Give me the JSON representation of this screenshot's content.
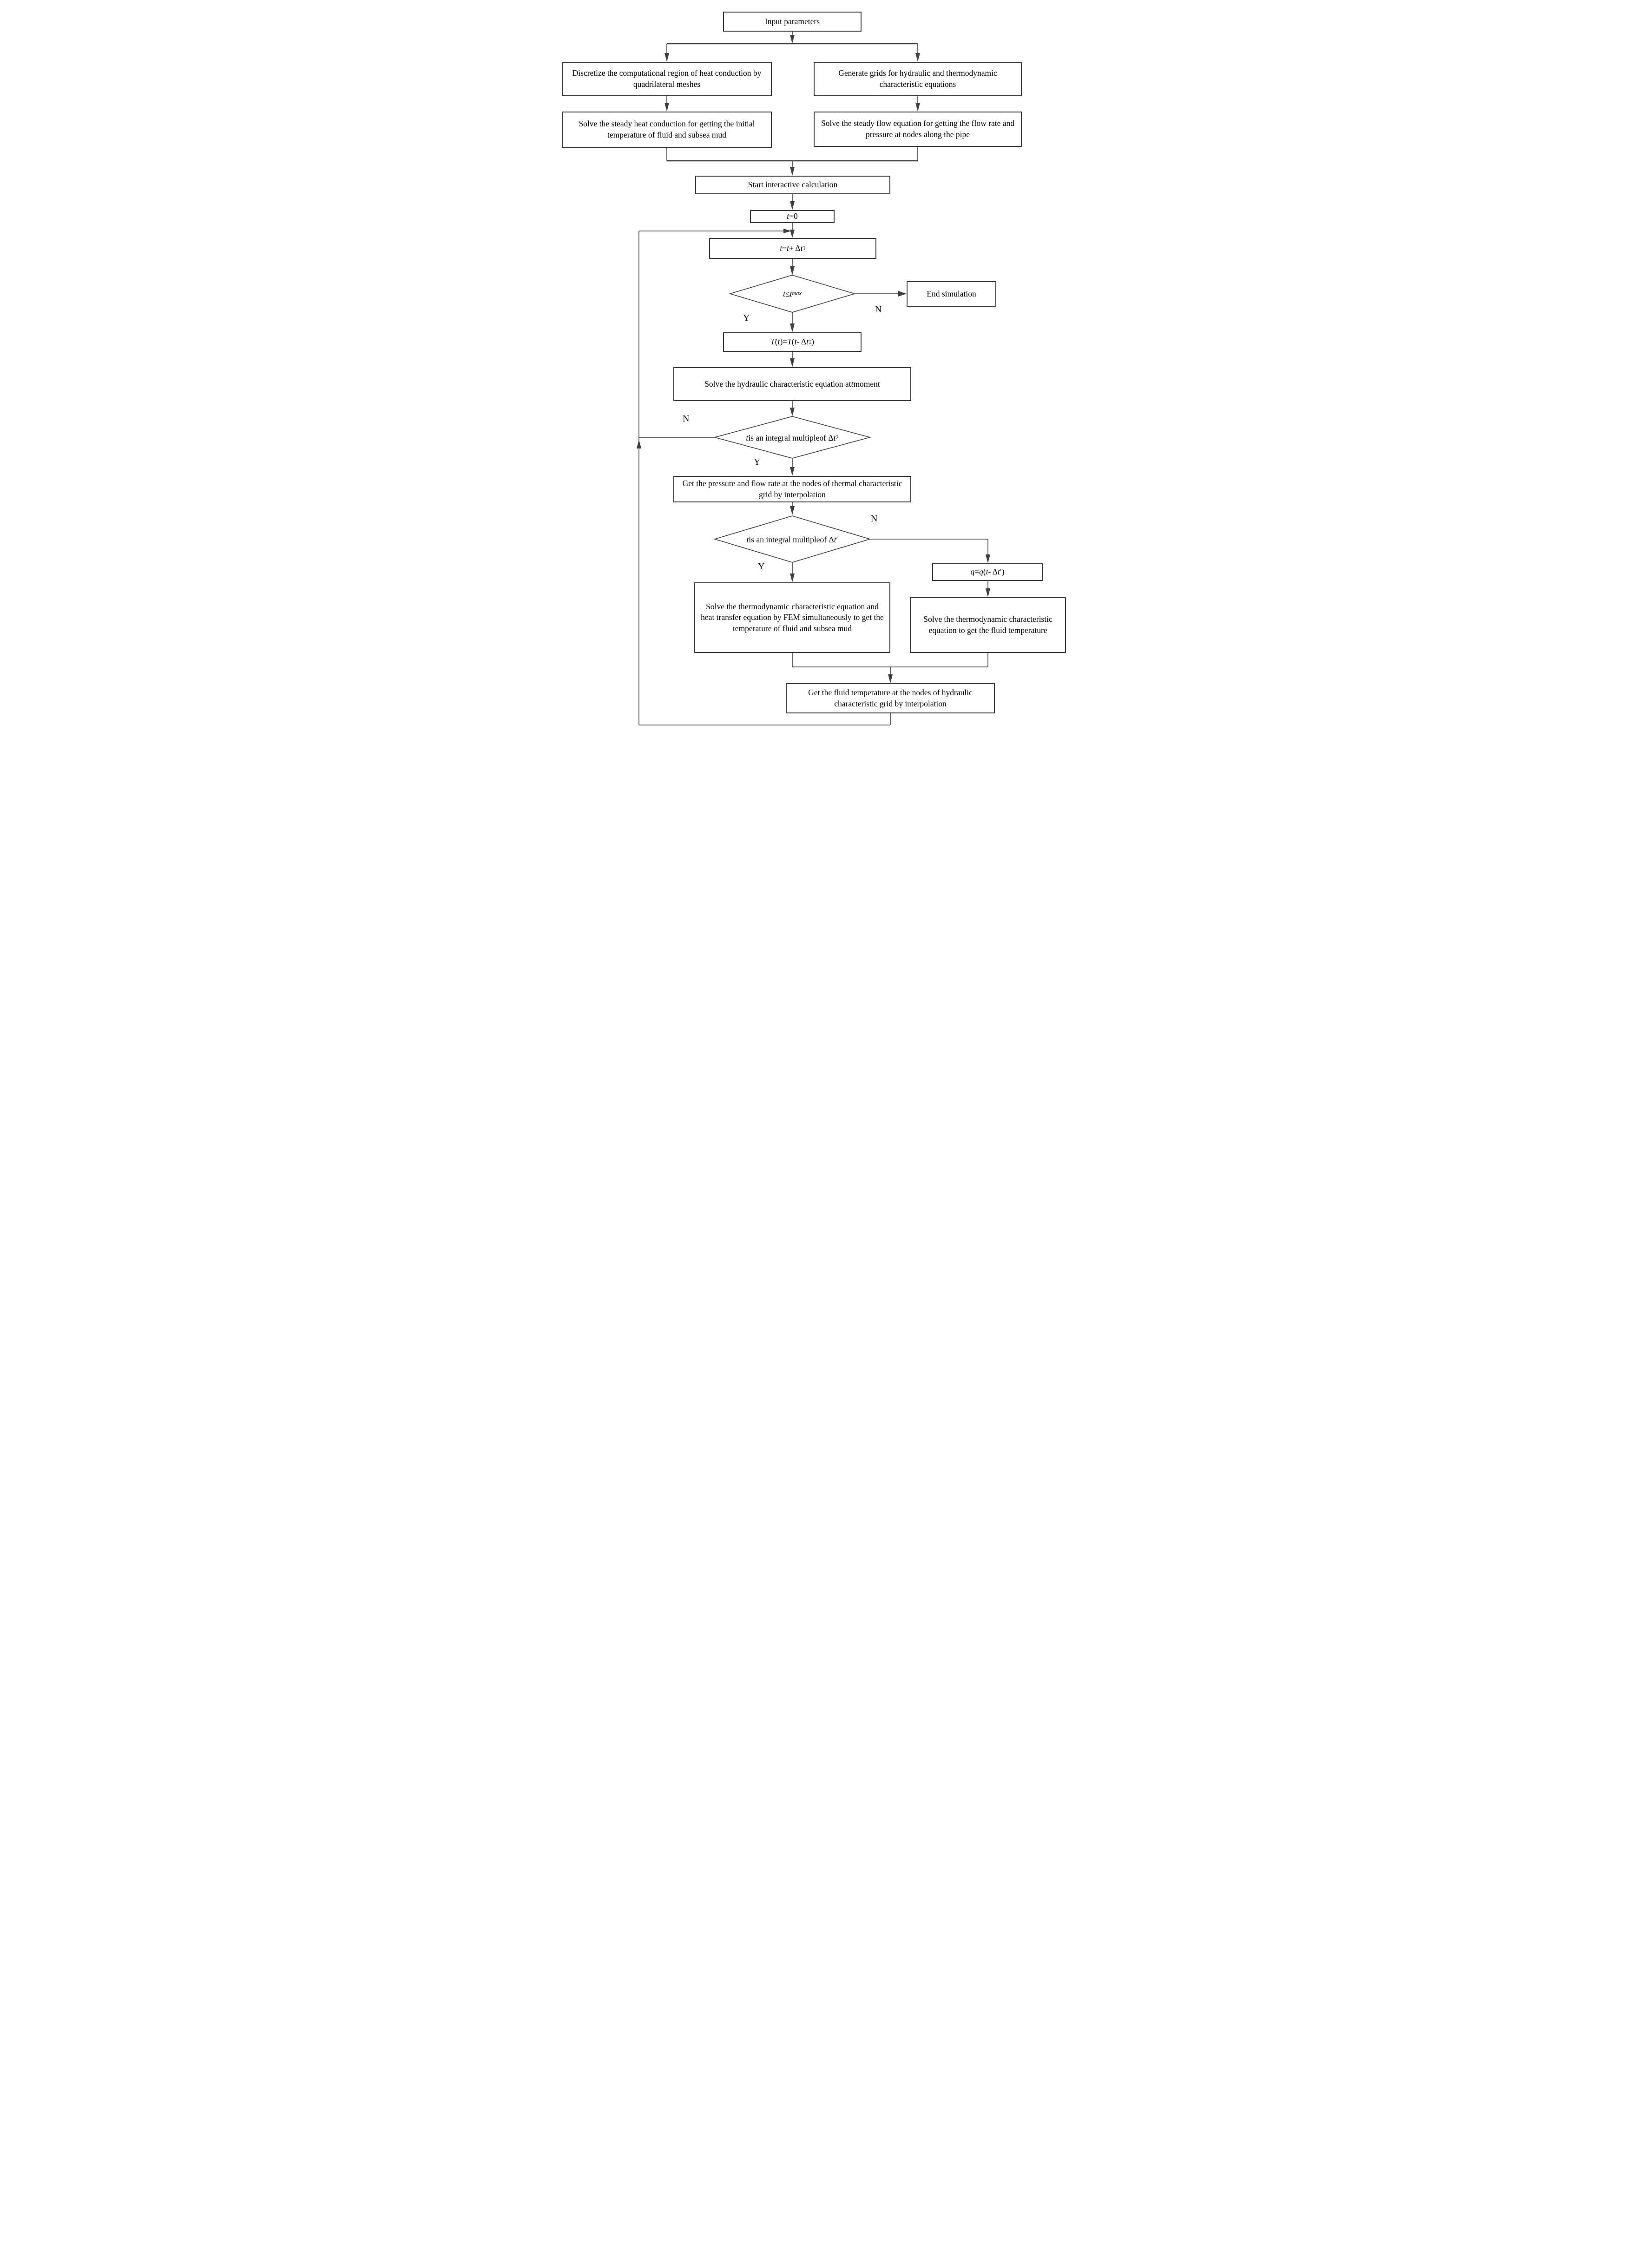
{
  "colors": {
    "background": "#ffffff",
    "line": "#3f3f3f",
    "box_border": "#3a3a3a",
    "text": "#000000",
    "arrow_fill": "#3f3f3f"
  },
  "nodes": {
    "input": {
      "label": [
        {
          "t": "Input parameters"
        }
      ]
    },
    "discretize": {
      "label": [
        {
          "t": "Discretize the computational region of heat conduction by quadrilateral meshes"
        }
      ]
    },
    "generate": {
      "label": [
        {
          "t": "Generate grids for hydraulic and thermodynamic characteristic equations"
        }
      ]
    },
    "steady_heat": {
      "label": [
        {
          "t": "Solve the steady heat conduction for getting the initial temperature of fluid and subsea mud"
        }
      ]
    },
    "steady_flow": {
      "label": [
        {
          "t": "Solve the steady flow equation for getting the flow rate and pressure at nodes along the pipe"
        }
      ]
    },
    "start": {
      "label": [
        {
          "t": "Start interactive calculation"
        }
      ]
    },
    "t0": {
      "label": [
        {
          "t": "t",
          "i": 1
        },
        {
          "t": "=0"
        }
      ]
    },
    "t_inc": {
      "label": [
        {
          "t": "t",
          "i": 1
        },
        {
          "t": "="
        },
        {
          "t": "t",
          "i": 1
        },
        {
          "t": "+ Δ "
        },
        {
          "t": "t",
          "i": 1
        },
        {
          "t": "1",
          "sub": 1
        }
      ]
    },
    "dec_tmax": {
      "label": [
        {
          "t": "t",
          "i": 1
        },
        {
          "t": " ≤ "
        },
        {
          "t": "t",
          "i": 1
        },
        {
          "t": "max",
          "sub": 1,
          "i": 1
        }
      ]
    },
    "end": {
      "label": [
        {
          "t": "End simulation"
        }
      ]
    },
    "T_assign": {
      "label": [
        {
          "t": "T",
          "i": 1
        },
        {
          "t": "("
        },
        {
          "t": "t",
          "i": 1
        },
        {
          "t": ")="
        },
        {
          "t": "T",
          "i": 1
        },
        {
          "t": "("
        },
        {
          "t": "t",
          "i": 1
        },
        {
          "t": "- Δ "
        },
        {
          "t": "t",
          "i": 1
        },
        {
          "t": "1",
          "sub": 1
        },
        {
          "t": ")"
        }
      ]
    },
    "hydraulic": {
      "label": [
        {
          "t": "Solve the hydraulic characteristic equation at "
        },
        {
          "t": "t",
          "i": 1
        },
        {
          "t": " moment"
        }
      ]
    },
    "dec_dt2": {
      "label": [
        {
          "t": "t",
          "i": 1
        },
        {
          "t": " is an integral multiple"
        },
        {
          "br": 1
        },
        {
          "t": "of Δ "
        },
        {
          "t": "t",
          "i": 1
        },
        {
          "t": "2",
          "sub": 1
        }
      ]
    },
    "pressure": {
      "label": [
        {
          "t": "Get the pressure and flow rate at the nodes of thermal characteristic grid by interpolation"
        }
      ]
    },
    "dec_dtp": {
      "label": [
        {
          "t": "t",
          "i": 1
        },
        {
          "t": " is an integral multiple"
        },
        {
          "br": 1
        },
        {
          "t": "of Δ "
        },
        {
          "t": "t",
          "i": 1
        },
        {
          "t": "′"
        }
      ]
    },
    "q_assign": {
      "label": [
        {
          "t": "q",
          "i": 1
        },
        {
          "t": "="
        },
        {
          "t": "q",
          "i": 1
        },
        {
          "t": "("
        },
        {
          "t": "t",
          "i": 1
        },
        {
          "t": "- Δ "
        },
        {
          "t": "t",
          "i": 1
        },
        {
          "t": "′"
        },
        {
          "t": ")"
        }
      ]
    },
    "fem": {
      "label": [
        {
          "t": "Solve the thermodynamic characteristic equation and heat transfer equation by FEM simultaneously to get the temperature of fluid and subsea mud"
        }
      ]
    },
    "thermo": {
      "label": [
        {
          "t": "Solve the thermodynamic characteristic equation to get the fluid temperature"
        }
      ]
    },
    "interp": {
      "label": [
        {
          "t": "Get the fluid temperature at the nodes of hydraulic characteristic grid by interpolation"
        }
      ]
    }
  },
  "branch_labels": {
    "tmax_yes": "Y",
    "tmax_no": "N",
    "dt2_no": "N",
    "dt2_yes": "Y",
    "dtp_no": "N",
    "dtp_yes": "Y"
  }
}
